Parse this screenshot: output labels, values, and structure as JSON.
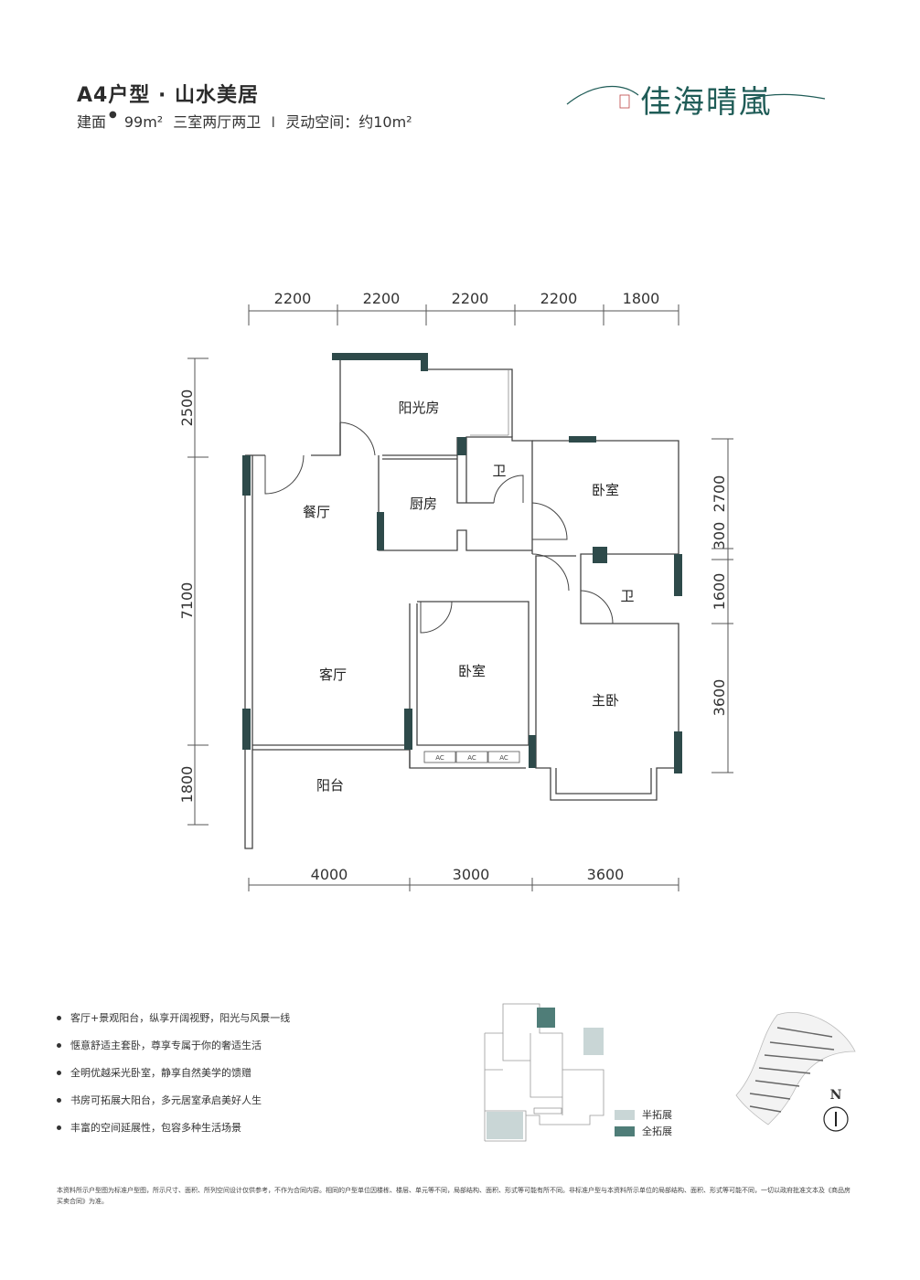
{
  "header": {
    "title": "A4户型 · 山水美居",
    "area_label": "建面",
    "area_value": "99m²",
    "layout": "三室两厅两卫",
    "separator": "I",
    "flex_space": "灵动空间：约10m²"
  },
  "logo": {
    "text": "佳海晴嵐"
  },
  "dimensions": {
    "top": [
      "2200",
      "2200",
      "2200",
      "2200",
      "1800"
    ],
    "bottom": [
      "4000",
      "3000",
      "3600"
    ],
    "left": [
      "2500",
      "7100",
      "1800"
    ],
    "right": [
      "2700",
      "300",
      "1600",
      "3600"
    ]
  },
  "rooms": {
    "sunroom": "阳光房",
    "dining": "餐厅",
    "kitchen": "厨房",
    "bath1": "卫",
    "bedroom1": "卧室",
    "bath2": "卫",
    "living": "客厅",
    "bedroom2": "卧室",
    "master": "主卧",
    "balcony": "阳台",
    "ac": "AC"
  },
  "features": [
    "客厅+景观阳台，纵享开阔视野，阳光与风景一线",
    "惬意舒适主套卧，尊享专属于你的奢适生活",
    "全明优越采光卧室，静享自然美学的馈赠",
    "书房可拓展大阳台，多元居室承启美好人生",
    "丰富的空间延展性，包容多种生活场景"
  ],
  "legend": [
    {
      "label": "半拓展",
      "color": "#c9d6d6"
    },
    {
      "label": "全拓展",
      "color": "#4f7d78"
    }
  ],
  "compass": {
    "label": "N"
  },
  "disclaimer": "本资料所示户型图为标准户型图，所示尺寸、面积、所列空间设计仅供参考，不作为合同内容。相同的户型单位因楼栋、楼层、单元等不同，局部结构、面积、形式等可能有所不同。非标准户型与本资料所示单位的局部结构、面积、形式等可能不同，一切以政府批准文本及《商品房买卖合同》为准。",
  "colors": {
    "accent": "#1f5c57",
    "wall": "#2e4a4a"
  }
}
